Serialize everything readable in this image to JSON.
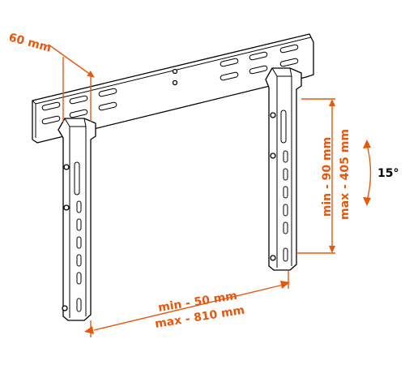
{
  "colors": {
    "accent": "#e8570b",
    "line": "#000000",
    "background": "#ffffff"
  },
  "labels": {
    "offset": "60 mm",
    "height_min": "min - 90 mm",
    "height_max": "max - 405 mm",
    "width_min": "min - 50 mm",
    "width_max": "max - 810 mm",
    "tilt": "15°"
  }
}
